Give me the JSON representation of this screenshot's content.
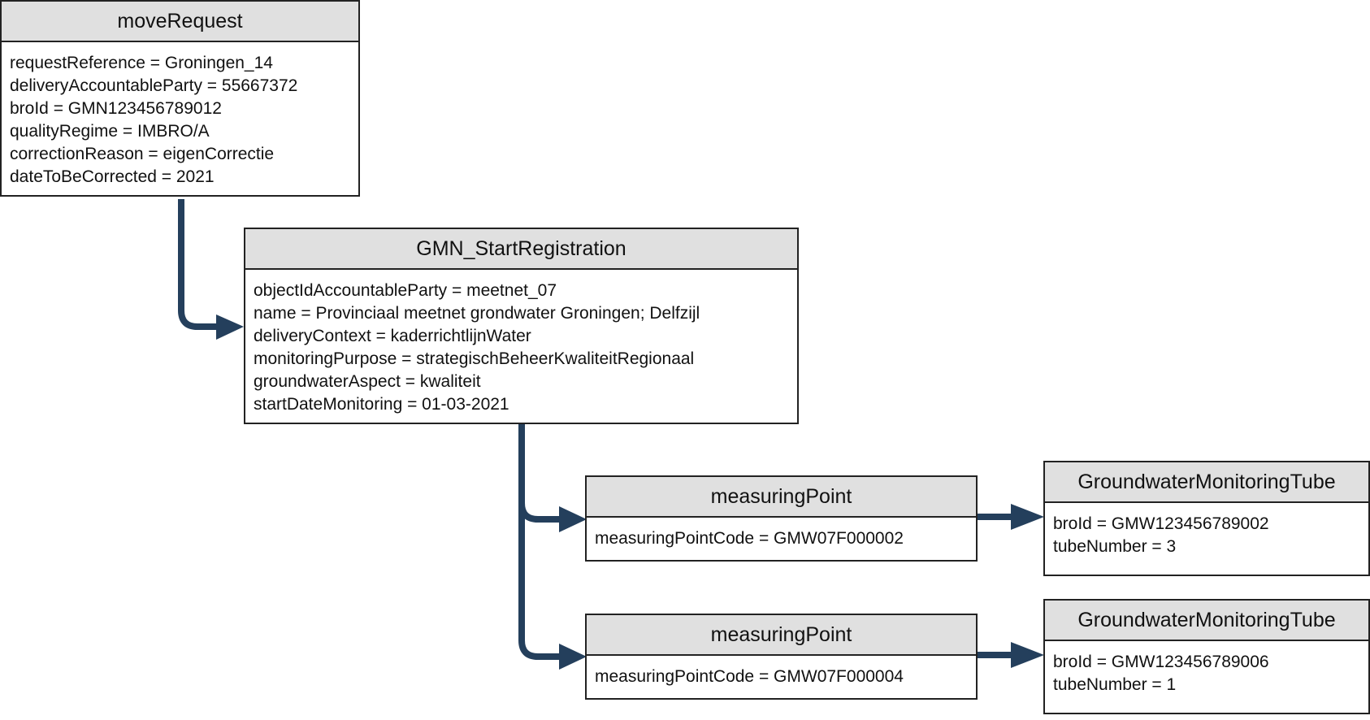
{
  "diagram": {
    "colors": {
      "connector": "#243f5c",
      "header_fill": "#e0e0e0",
      "border": "#222222"
    },
    "move_request": {
      "title": "moveRequest",
      "attributes": [
        "requestReference = Groningen_14",
        "deliveryAccountableParty = 55667372",
        "broId = GMN123456789012",
        "qualityRegime = IMBRO/A",
        "correctionReason = eigenCorrectie",
        "dateToBeCorrected = 2021"
      ]
    },
    "start_registration": {
      "title": "GMN_StartRegistration",
      "attributes": [
        "objectIdAccountableParty = meetnet_07",
        "name = Provinciaal meetnet grondwater Groningen; Delfzijl",
        "deliveryContext = kaderrichtlijnWater",
        "monitoringPurpose = strategischBeheerKwaliteitRegionaal",
        "groundwaterAspect = kwaliteit",
        "startDateMonitoring = 01-03-2021"
      ]
    },
    "measuring_points": [
      {
        "title": "measuringPoint",
        "attributes": [
          "measuringPointCode = GMW07F000002"
        ]
      },
      {
        "title": "measuringPoint",
        "attributes": [
          "measuringPointCode = GMW07F000004"
        ]
      }
    ],
    "tubes": [
      {
        "title": "GroundwaterMonitoringTube",
        "attributes": [
          "broId = GMW123456789002",
          "tubeNumber = 3"
        ]
      },
      {
        "title": "GroundwaterMonitoringTube",
        "attributes": [
          "broId = GMW123456789006",
          "tubeNumber = 1"
        ]
      }
    ]
  }
}
